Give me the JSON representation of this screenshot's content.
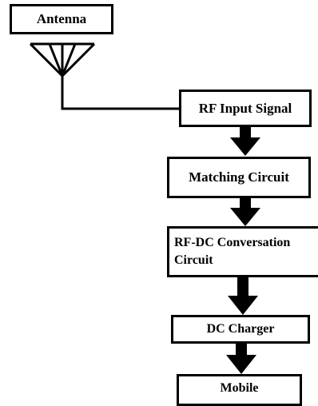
{
  "nodes": {
    "antenna": "Antenna",
    "rf_input": "RF Input Signal",
    "matching": "Matching Circuit",
    "rfdc_line1": "RF-DC Conversation",
    "rfdc_line2": "Circuit",
    "dc_charger": "DC Charger",
    "mobile": "Mobile"
  },
  "colors": {
    "stroke": "#000000",
    "fill": "#ffffff"
  }
}
